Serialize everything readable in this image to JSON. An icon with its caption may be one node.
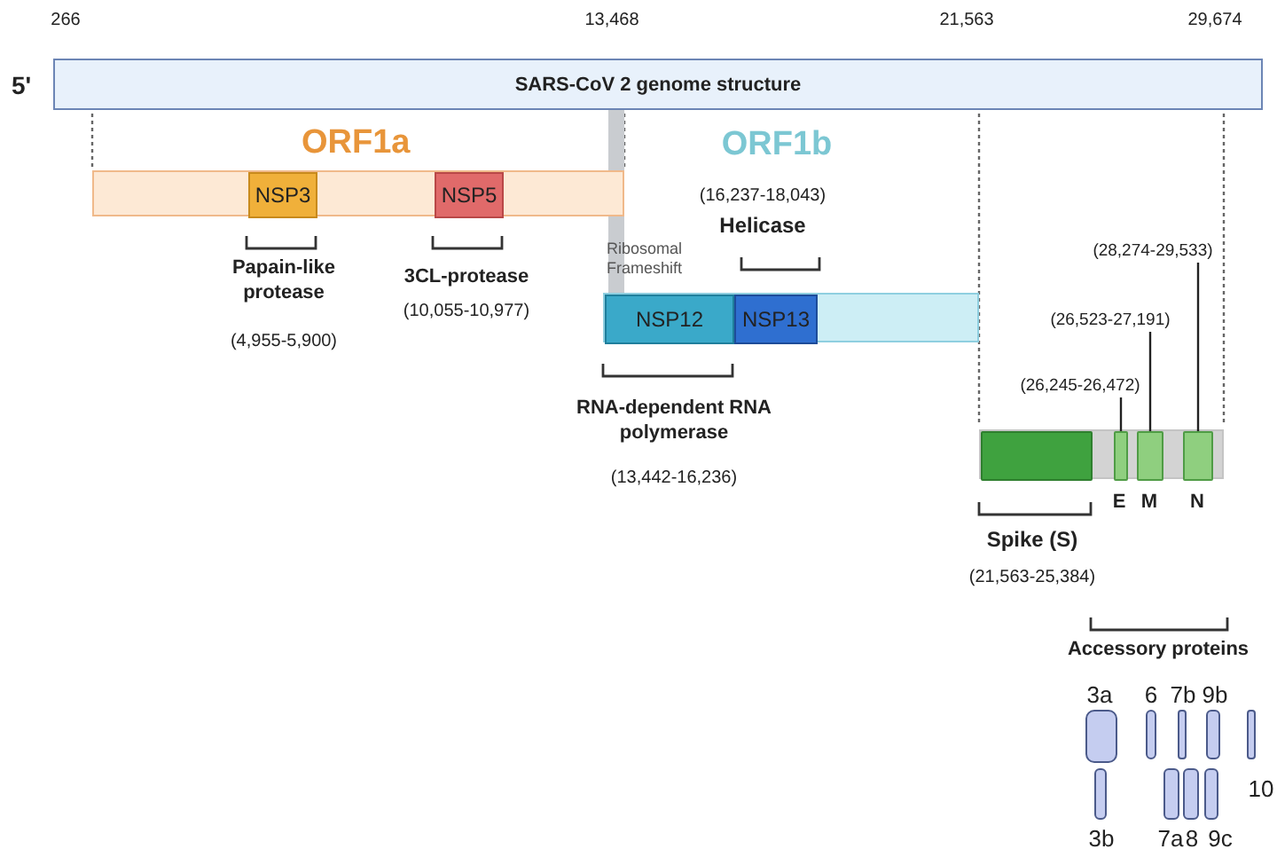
{
  "diagram": {
    "nodes": [
      {
        "text": [
          "SARS-CoV 2 genome structure"
        ]
      },
      {
        "text": [
          "ORF1a"
        ]
      },
      {
        "text": [
          "NSP3"
        ],
        "in": 1
      },
      {
        "text": [
          "NSP5"
        ],
        "in": 1
      },
      {
        "text": [],
        "shape": "bar"
      },
      {
        "text": [
          "NSP12"
        ],
        "in": 4
      },
      {
        "text": [
          "NSP13"
        ],
        "in": 4
      },
      {
        "text": [],
        "shape": "bar"
      },
      {
        "text": [],
        "shape": "box",
        "in": 7
      },
      {
        "text": [],
        "shape": "box",
        "in": 7,
        "beside": [
          "E"
        ]
      },
      {
        "text": [],
        "shape": "box",
        "in": 7,
        "beside": [
          "M"
        ]
      },
      {
        "text": [],
        "shape": "box",
        "in": 7,
        "beside": [
          "N"
        ]
      },
      {
        "text": [
          "(26,245-26,472)"
        ]
      },
      {
        "text": [
          "(26,523-27,191)"
        ]
      },
      {
        "text": [
          "(28,274-29,533)"
        ]
      },
      {
        "text": [],
        "shape": "box",
        "beside": [
          "3a"
        ]
      },
      {
        "text": [],
        "shape": "box",
        "beside": [
          "3b"
        ]
      },
      {
        "text": [],
        "shape": "box",
        "beside": [
          "6"
        ]
      },
      {
        "text": [],
        "shape": "box",
        "beside": [
          "7a"
        ]
      },
      {
        "text": [],
        "shape": "box",
        "beside": [
          "7b"
        ]
      },
      {
        "text": [],
        "shape": "box",
        "beside": [
          "8"
        ]
      },
      {
        "text": [],
        "shape": "box",
        "beside": [
          "9b"
        ]
      },
      {
        "text": [],
        "shape": "box",
        "beside": [
          "9c"
        ]
      },
      {
        "text": [],
        "shape": "box",
        "beside": [
          "10"
        ]
      }
    ],
    "edges": [
      {
        "from": 12,
        "to": 9,
        "arrow": "none"
      },
      {
        "from": 13,
        "to": 10,
        "arrow": "none"
      },
      {
        "from": 14,
        "to": 11,
        "arrow": "none"
      }
    ],
    "labels": [
      "ORF1b",
      "266",
      "13,468",
      "21,563",
      "29,674",
      "5'",
      "(16,237-18,043)",
      "Helicase",
      "Ribosomal Frameshift",
      "Papain-like protease",
      "3CL-protease",
      "(10,055-10,977)",
      "(4,955-5,900)",
      "RNA-dependent RNA polymerase",
      "(13,442-16,236)",
      "Spike (S)",
      "(21,563-25,384)",
      "Accessory proteins"
    ]
  }
}
